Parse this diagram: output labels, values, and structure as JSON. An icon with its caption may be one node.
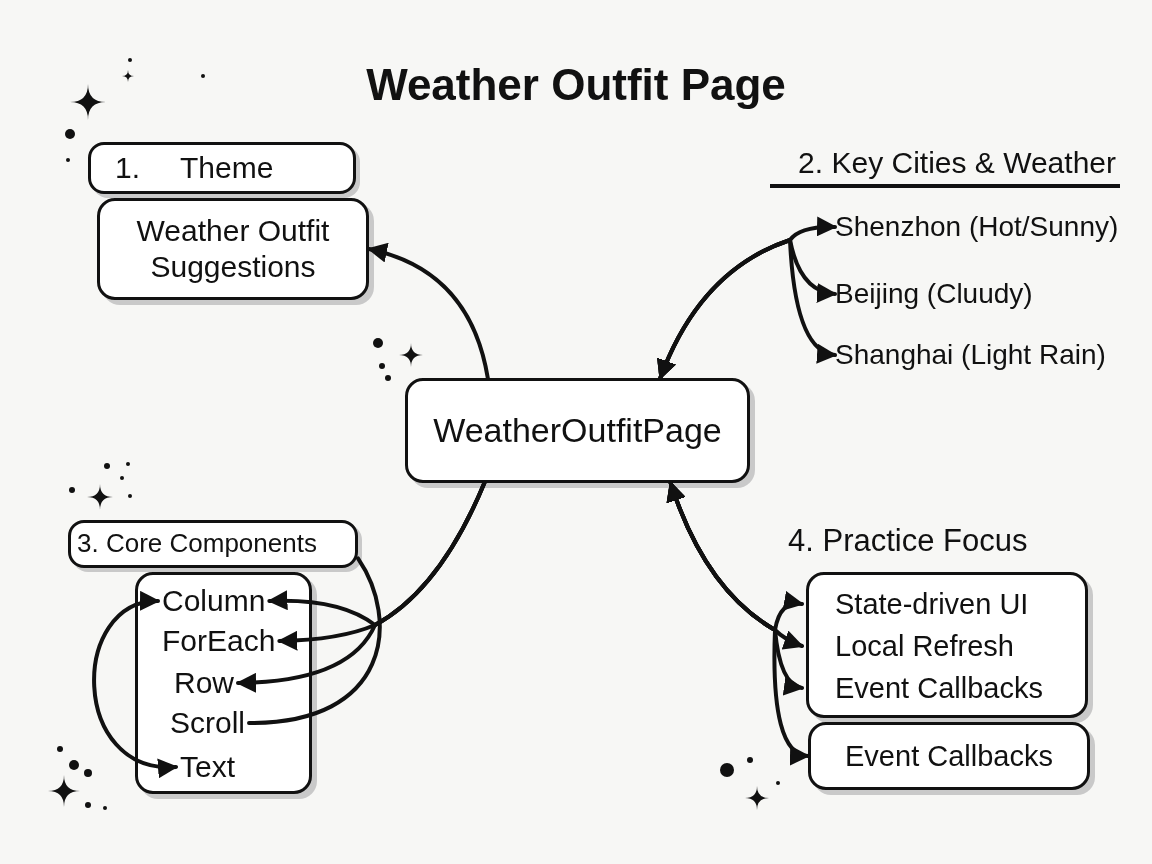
{
  "diagram": {
    "title": "Weather Outfit Page",
    "nodes": [
      {
        "text": [
          "1.",
          "Theme"
        ]
      },
      {
        "text": [
          "Weather Outfit Suggestions"
        ]
      },
      {
        "text": [
          "WeatherOutfitPage"
        ]
      },
      {
        "text": [
          "2. Key Cities & Weather"
        ]
      },
      {
        "text": [
          "Shenzhon (Hot/Sunny)"
        ]
      },
      {
        "text": [
          "Beijing (Cluudy)"
        ]
      },
      {
        "text": [
          "Shanghai (Light Rain)"
        ]
      },
      {
        "text": [
          "3. Core Components"
        ]
      },
      {
        "text": [],
        "shape": "box"
      },
      {
        "text": [
          "Column"
        ],
        "in": 8
      },
      {
        "text": [
          "ForEach"
        ],
        "in": 8
      },
      {
        "text": [
          "Row"
        ],
        "in": 8
      },
      {
        "text": [
          "Scroll"
        ],
        "in": 8
      },
      {
        "text": [
          "Text"
        ],
        "in": 8
      },
      {
        "text": [
          "4. Practice Focus"
        ]
      },
      {
        "text": [],
        "shape": "box"
      },
      {
        "text": [
          "State-driven UI"
        ],
        "in": 15
      },
      {
        "text": [
          "Local Refresh"
        ],
        "in": 15
      },
      {
        "text": [
          "Event Callbacks"
        ],
        "in": 15
      },
      {
        "text": [
          "Event Callbacks"
        ]
      }
    ],
    "edges": [
      {
        "from": 2,
        "to": 1,
        "arrow": "to"
      },
      {
        "from": 2,
        "to": 4,
        "arrow": "both"
      },
      {
        "from": 2,
        "to": 5,
        "arrow": "both"
      },
      {
        "from": 2,
        "to": 6,
        "arrow": "both"
      },
      {
        "from": 2,
        "to": 9,
        "arrow": "to"
      },
      {
        "from": 2,
        "to": 10,
        "arrow": "to"
      },
      {
        "from": 2,
        "to": 11,
        "arrow": "to"
      },
      {
        "from": 7,
        "to": 12,
        "arrow": "none"
      },
      {
        "from": 9,
        "to": 13,
        "arrow": "both"
      },
      {
        "from": 2,
        "to": 16,
        "arrow": "both"
      },
      {
        "from": 2,
        "to": 17,
        "arrow": "both"
      },
      {
        "from": 2,
        "to": 18,
        "arrow": "both"
      },
      {
        "from": 2,
        "to": 19,
        "arrow": "both"
      }
    ]
  }
}
